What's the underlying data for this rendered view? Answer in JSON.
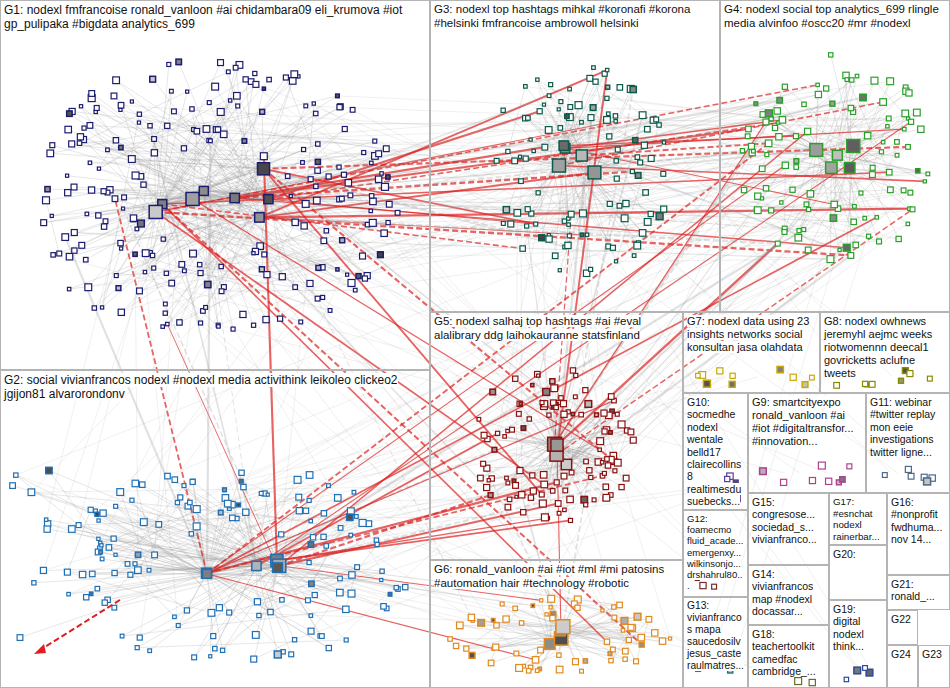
{
  "diagram": {
    "nodes": [
      {
        "text": [
          "G1: nodexl fmfrancoise ronald_vanloon #ai chidambara09 eli_krumova #iot gp_pulipaka #bigdata analytics_699"
        ]
      },
      {
        "text": [
          "G2: social vivianfrancos nodexl #nodexl media activithink leikoleo clickeo2 jgijon81 alvarorondonv"
        ]
      },
      {
        "text": [
          "G3: nodexl top hashtags mihkal #koronafi #korona #helsinki fmfrancoise ambrowoll helsinki"
        ]
      },
      {
        "text": [
          "G4: nodexl social top analytics_699 rlingle media alvinfoo #oscc20 #mr #nodexl"
        ]
      },
      {
        "text": [
          "G5: nodexl salhaj top hashtags #ai #eval alalibrary ddg laihokauranne statsfinland"
        ]
      },
      {
        "text": [
          "G6: ronald_vanloon #ai #iot #ml #mi patosins #automation hair #technology #robotic"
        ]
      },
      {
        "text": [
          "G7: nodexl data using 23 insights networks social konsultan jasa olahdata"
        ]
      },
      {
        "text": [
          "G8: nodexl owhnews jeremyhl aejmc weeks riotwomennn deecal1 govricketts aclufne tweets"
        ]
      },
      {
        "text": [
          "G9: smartcityexpo ronald_vanloon #ai #iot #digitaltransfor... #innovation..."
        ]
      },
      {
        "text": [
          "G10: socmedhe nodexl wentale belld17 clairecollins8 realtimesdu suebecks..."
        ]
      },
      {
        "text": [
          "G11: webinar #twitter replay mon eeie investigations twitter ligne..."
        ]
      },
      {
        "text": [
          "G12: foamecmo fluid_acade... emergenxy... wilkinsonjo... drshahrul80..."
        ]
      },
      {
        "text": [
          "G13: vivianfrancos mapa saucedosilv jesus_caste raulmatres..."
        ]
      },
      {
        "text": [
          "G14: vivianfrancos map #nodexl docassar..."
        ]
      },
      {
        "text": [
          "G15: congresose... sociedad_s... vivianfranco..."
        ]
      },
      {
        "text": [
          "G16: #nonprofit fwdhuma... nov 14..."
        ]
      },
      {
        "text": [
          "G17: #esnchat nodexl rainerbar..."
        ]
      },
      {
        "text": [
          "G18: teachertoolkit camedfac cambridge_..."
        ]
      },
      {
        "text": [
          "G19: digital nodexl think..."
        ]
      },
      {
        "text": [
          "G20:"
        ]
      },
      {
        "text": [
          "G21: ronald_..."
        ]
      },
      {
        "text": [
          "G22"
        ]
      },
      {
        "text": [
          "G23"
        ]
      },
      {
        "text": [
          "G24"
        ]
      }
    ]
  }
}
